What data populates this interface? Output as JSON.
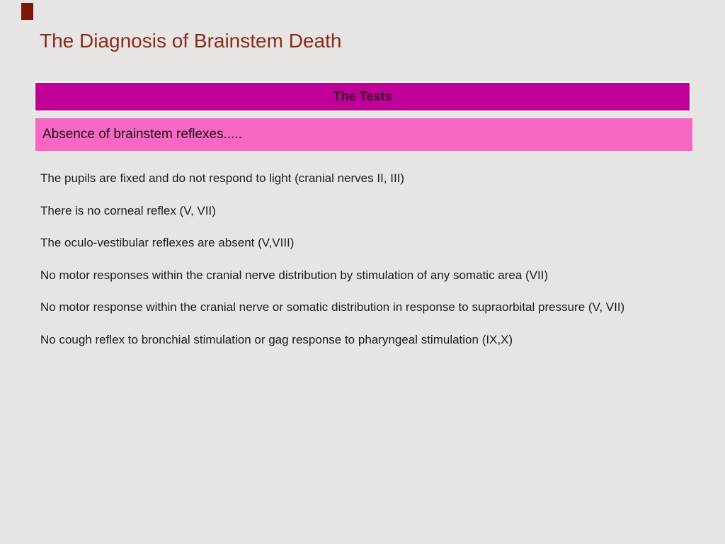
{
  "slide": {
    "title": "The Diagnosis of Brainstem Death",
    "header_bar": {
      "label": "The Tests"
    },
    "subheader_bar": {
      "label": "Absence of brainstem reflexes....."
    },
    "body_lines": [
      "The pupils are fixed and do not respond to light (cranial nerves II, III)",
      "There is no corneal reflex (V, VII)",
      "The oculo-vestibular reflexes are absent (V,VIII)",
      "No motor responses within the cranial nerve distribution by stimulation of any somatic area (VII)",
      "No motor response within the cranial nerve or somatic distribution in response to supraorbital pressure (V, VII)",
      "No cough reflex to bronchial stimulation or gag response to pharyngeal stimulation (IX,X)"
    ],
    "colors": {
      "background": "#e6e5e4",
      "accent_rect": "#7a150c",
      "title_text": "#8b2a1b",
      "header_bar_fill": "#bf0198",
      "header_bar_border": "#fbfbfb",
      "header_bar_text": "#40012f",
      "subheader_bar_fill": "#f767c3",
      "subheader_bar_text": "#141414",
      "body_text": "#1c1c1c"
    }
  }
}
